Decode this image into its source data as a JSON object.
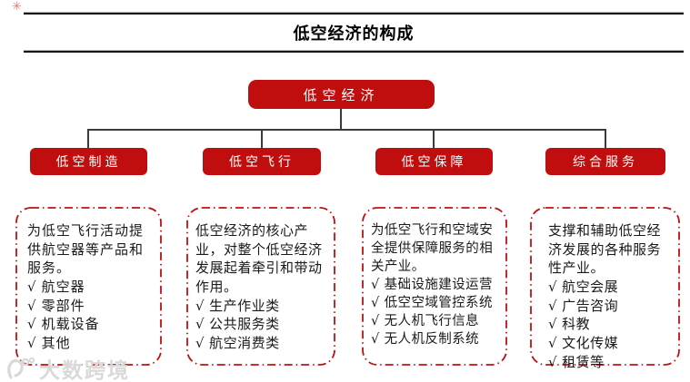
{
  "header": {
    "title": "低空经济的构成"
  },
  "decor": {
    "corner_mark": "✳"
  },
  "marks": {
    "check": "√"
  },
  "colors": {
    "node_red": "#C00E0E",
    "dashed_border_red": "#C01010",
    "connector": "#3B3B3B",
    "text": "#1A1A1A",
    "watermark_gray": "#D9D9D9"
  },
  "tree": {
    "root_label": "低空经济",
    "branches": [
      {
        "label": "低空制造",
        "description": "为低空飞行活动提供航空器等产品和服务。",
        "items": [
          "航空器",
          "零部件",
          "机载设备",
          "其他"
        ]
      },
      {
        "label": "低空飞行",
        "description": "低空经济的核心产业，对整个低空经济发展起着牵引和带动作用。",
        "items": [
          "生产作业类",
          "公共服务类",
          "航空消费类"
        ]
      },
      {
        "label": "低空保障",
        "description": "为低空飞行和空域安全提供保障服务的相关产业。",
        "items": [
          "基础设施建设运营",
          "低空空域管控系统",
          "无人机飞行信息",
          "无人机反制系统"
        ]
      },
      {
        "label": "综合服务",
        "description": "支撑和辅助低空经济发展的各种服务性产业。",
        "items": [
          "航空会展",
          "广告咨询",
          "科教",
          "文化传媒",
          "租赁等"
        ]
      }
    ]
  },
  "watermark": {
    "text": "大数跨境"
  }
}
